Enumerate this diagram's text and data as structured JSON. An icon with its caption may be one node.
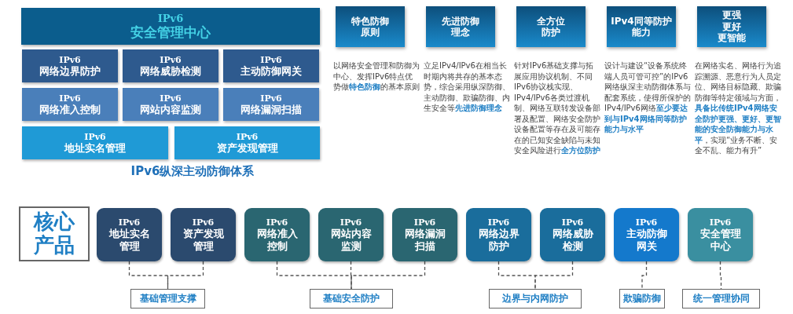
{
  "diagram": {
    "caption": "IPv6纵深主动防御体系",
    "nodes": [
      {
        "text": [
          "IPv6",
          "安全管理中心"
        ]
      },
      {
        "text": [
          "IPv6",
          "网络边界防护"
        ]
      },
      {
        "text": [
          "IPv6",
          "网络威胁检测"
        ]
      },
      {
        "text": [
          "IPv6",
          "主动防御网关"
        ]
      },
      {
        "text": [
          "IPv6",
          "网络准入控制"
        ]
      },
      {
        "text": [
          "IPv6",
          "网站内容监测"
        ]
      },
      {
        "text": [
          "IPv6",
          "网络漏洞扫描"
        ]
      },
      {
        "text": [
          "IPv6",
          "地址实名管理"
        ]
      },
      {
        "text": [
          "IPv6",
          "资产发现管理"
        ]
      },
      {
        "text": [
          "特色防御原则"
        ],
        "beside": [
          "以网络安全管理和防御为中心、发挥IPv6特点优势做**特色防御**的基本原则"
        ]
      },
      {
        "text": [
          "先进防御理念"
        ],
        "beside": [
          "立足IPv4/IPv6在相当长时期内将共存的基本态势，综合采用纵深防御、主动防御、欺骗防御、内生安全等**先进防御理念**"
        ]
      },
      {
        "text": [
          "全方位防护"
        ],
        "beside": [
          "针对IPv6基础支撑与拓展应用协议机制、不同IPv6协议栈实现、IPv4/IPv6各类过渡机制、网络互联转发设备部署及配置、网络安全防护设备配置等存在及可能存在的已知安全缺陷与未知安全风险进行**全方位防护**"
        ]
      },
      {
        "text": [
          "IPv4同等防护能力"
        ],
        "beside": [
          "设计与建设“设备系统终端人员可管可控”的IPv6网络纵深主动防御体系与配套系统，使得所保护的IPv4/IPv6网络**至少要达到与IPv4网络同等防护能力与水平**"
        ]
      },
      {
        "text": [
          "更强",
          "更好",
          "更智能"
        ],
        "beside": [
          "在网络实名、网络行为追踪溯源、恶意行为人员定位、网络目标隐藏、欺骗防御等特定领域与方面，**具备比传统IPv4网络安全防护更强、更好、更智能的安全防御能力与水平**，实现“业务不断、安全不乱、能力有升”"
        ]
      },
      {
        "text": [
          "核心产品"
        ]
      },
      {
        "text": [
          "IPv6",
          "地址实名管理"
        ]
      },
      {
        "text": [
          "IPv6",
          "资产发现管理"
        ]
      },
      {
        "text": [
          "IPv6",
          "网络准入控制"
        ]
      },
      {
        "text": [
          "IPv6",
          "网站内容监测"
        ]
      },
      {
        "text": [
          "IPv6",
          "网络漏洞扫描"
        ]
      },
      {
        "text": [
          "IPv6",
          "网络边界防护"
        ]
      },
      {
        "text": [
          "IPv6",
          "网络威胁检测"
        ]
      },
      {
        "text": [
          "IPv6",
          "主动防御网关"
        ]
      },
      {
        "text": [
          "IPv6",
          "安全管理中心"
        ]
      },
      {
        "text": [
          "基础管理支撑"
        ]
      },
      {
        "text": [
          "基础安全防护"
        ]
      },
      {
        "text": [
          "边界与内网防护"
        ]
      },
      {
        "text": [
          "欺骗防御"
        ]
      },
      {
        "text": [
          "统一管理协同"
        ]
      }
    ],
    "edges": [
      {
        "from": 15,
        "to": 24,
        "arrow": "none",
        "style": "dashed"
      },
      {
        "from": 16,
        "to": 24,
        "arrow": "none",
        "style": "dashed"
      },
      {
        "from": 17,
        "to": 25,
        "arrow": "none",
        "style": "dashed"
      },
      {
        "from": 18,
        "to": 25,
        "arrow": "none",
        "style": "dashed"
      },
      {
        "from": 19,
        "to": 25,
        "arrow": "none",
        "style": "dashed"
      },
      {
        "from": 20,
        "to": 26,
        "arrow": "none",
        "style": "dashed"
      },
      {
        "from": 21,
        "to": 26,
        "arrow": "none",
        "style": "dashed"
      },
      {
        "from": 22,
        "to": 27,
        "arrow": "none",
        "style": "dashed"
      },
      {
        "from": 23,
        "to": 28,
        "arrow": "none",
        "style": "dashed"
      }
    ]
  }
}
